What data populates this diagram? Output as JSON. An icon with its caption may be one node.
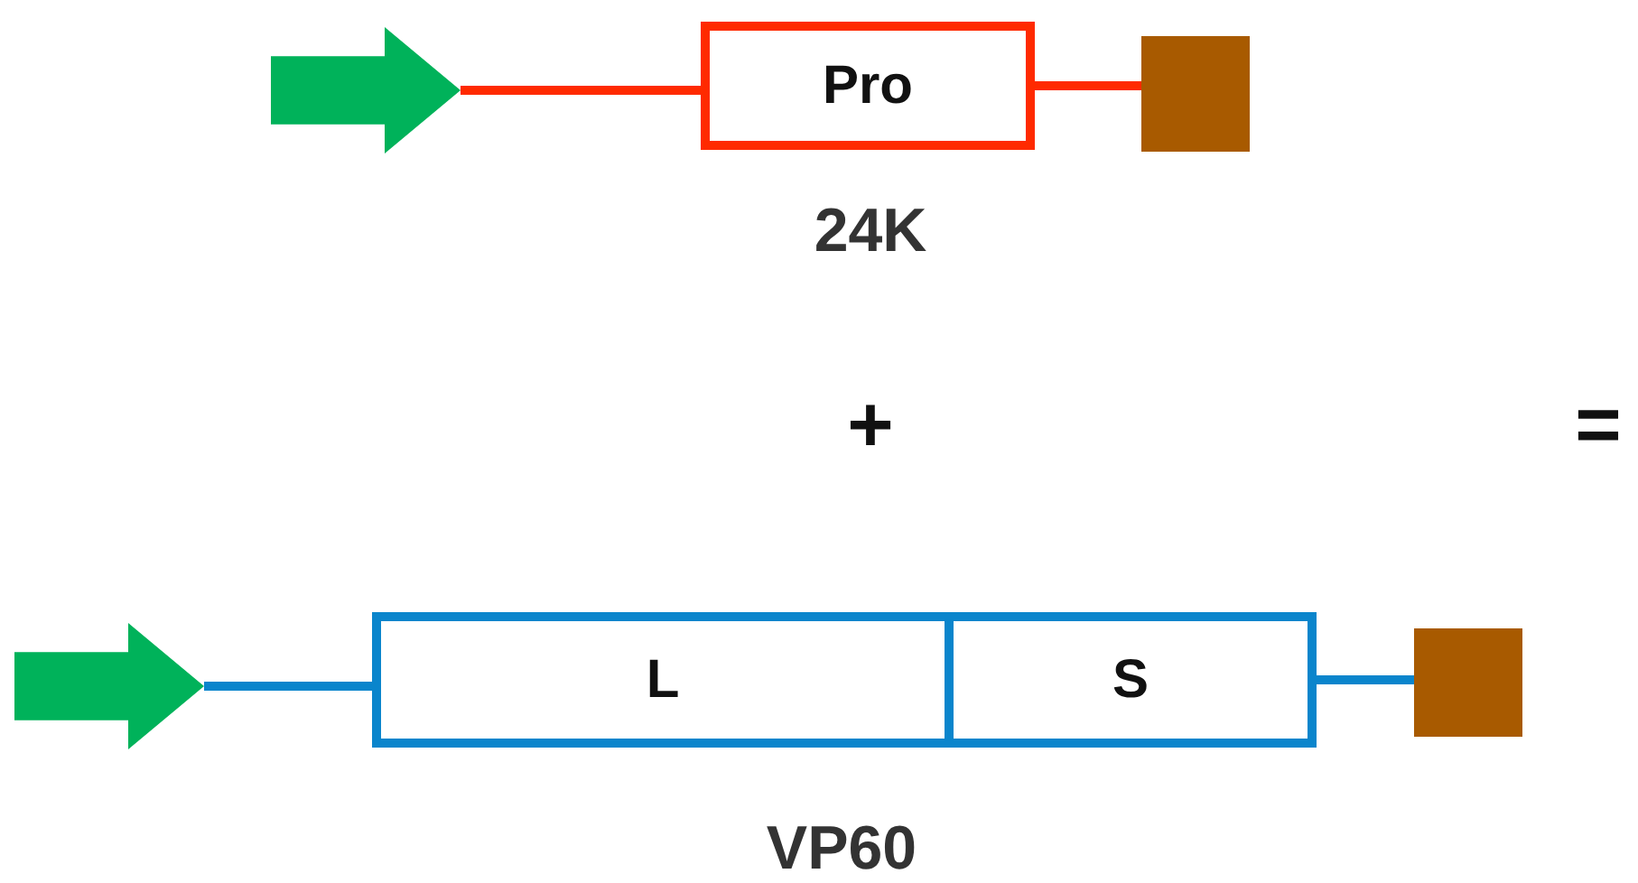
{
  "diagram": {
    "nodes": [
      {
        "text": [],
        "shape": "arrow"
      },
      {
        "text": [
          "Pro"
        ]
      },
      {
        "text": [],
        "shape": "box"
      },
      {
        "text": [],
        "shape": "arrow"
      },
      {
        "text": [
          "L"
        ]
      },
      {
        "text": [
          "S"
        ]
      },
      {
        "text": [],
        "shape": "box"
      }
    ],
    "edges": [
      {
        "from": 0,
        "to": 1,
        "arrow": "none",
        "color": "#ff2a00"
      },
      {
        "from": 1,
        "to": 2,
        "arrow": "none",
        "color": "#ff2a00"
      },
      {
        "from": 3,
        "to": 4,
        "arrow": "none",
        "color": "#0a85cc"
      },
      {
        "from": 5,
        "to": 6,
        "arrow": "none",
        "color": "#0a85cc"
      }
    ],
    "labels": [
      "24K",
      "+",
      "=",
      "VP60"
    ]
  }
}
